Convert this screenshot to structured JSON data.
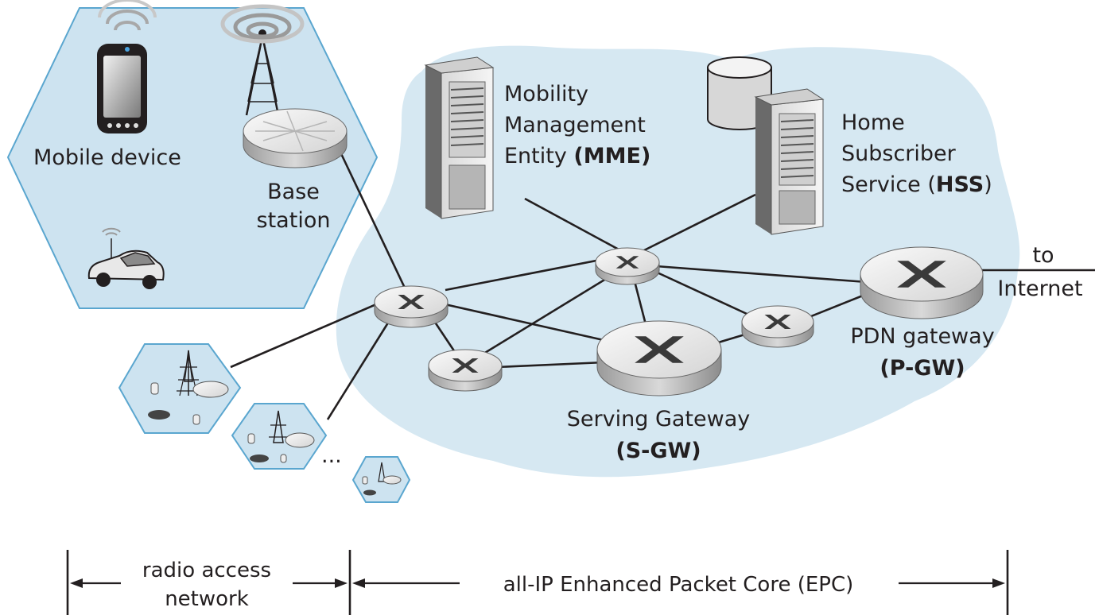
{
  "figure": {
    "labels": {
      "mobile_device": "Mobile device",
      "base_station_1": "Base",
      "base_station_2": "station",
      "mme_1": "Mobility",
      "mme_2": "Management",
      "mme_3a": "Entity ",
      "mme_3b": "(MME)",
      "hss_1": "Home",
      "hss_2": "Subscriber",
      "hss_3a": "Service (",
      "hss_3b": "HSS",
      "hss_3c": ")",
      "internet_1": "to",
      "internet_2": "Internet",
      "pgw_1": "PDN gateway",
      "pgw_2": "(P-GW)",
      "sgw_1": "Serving Gateway",
      "sgw_2": "(S-GW)",
      "ellipsis": "...",
      "ran_1": "radio access",
      "ran_2": "network",
      "epc": "all-IP Enhanced Packet Core (EPC)"
    },
    "colors": {
      "cloud_fill": "#d6e8f2",
      "hex_fill": "#cde3f0",
      "hex_stroke": "#5aa6cf",
      "router_top": "#ededed",
      "router_side": "#bdbdbd",
      "ink": "#231f20"
    },
    "icons": [
      "smartphone-icon",
      "antenna-tower-icon",
      "router-icon",
      "server-icon",
      "database-icon",
      "car-icon",
      "wireless-signal-icon"
    ]
  }
}
